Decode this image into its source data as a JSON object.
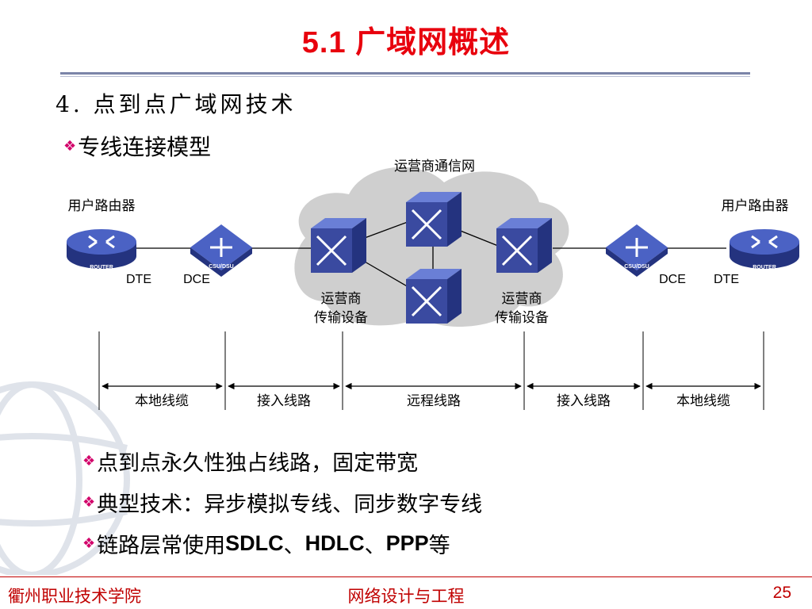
{
  "slide": {
    "title": "5.1  广域网概述",
    "heading": "4. 点到点广域网技术",
    "subheading": "专线连接模型",
    "bullets": [
      "点到点永久性独占线路，固定带宽",
      "典型技术：异步模拟专线、同步数字专线"
    ],
    "bullet3": {
      "prefix": "链路层常使用",
      "latin1": "SDLC",
      "sep1": "、",
      "latin2": "HDLC",
      "sep2": "、",
      "latin3": "PPP",
      "suffix": "等"
    }
  },
  "diagram": {
    "cloud_label": "运营商通信网",
    "left_router_label": "用户路由器",
    "right_router_label": "用户路由器",
    "router_badge": "ROUTER",
    "csu_badge": "CSU/DSU",
    "dte_left": "DTE",
    "dce_left": "DCE",
    "dce_right": "DCE",
    "dte_right": "DTE",
    "carrier_left": [
      "运营商",
      "传输设备"
    ],
    "carrier_right": [
      "运营商",
      "传输设备"
    ],
    "segments": [
      "本地线缆",
      "接入线路",
      "远程线路",
      "接入线路",
      "本地线缆"
    ]
  },
  "footer": {
    "left": "衢州职业技术学院",
    "center": "网络设计与工程",
    "page": "25"
  },
  "colors": {
    "title": "#e8000d",
    "device": "#3a4aa0",
    "cloud": "#cfcfcf",
    "footer": "#c00000",
    "bullet_marker": "#d2006a"
  },
  "icons": {
    "bullet": "diamond-cluster-icon",
    "router": "router-icon",
    "csu_dsu": "csu-dsu-icon",
    "switch": "switch-icon",
    "globe": "globe-watermark-icon"
  }
}
